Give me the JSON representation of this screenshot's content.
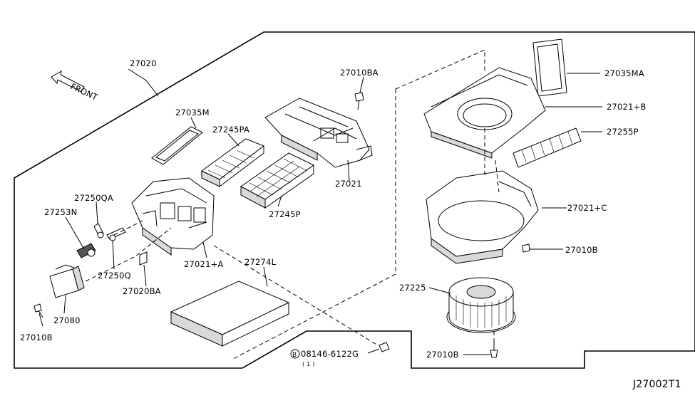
{
  "diagram_code": "J27002T1",
  "direction_label": "FRONT",
  "bolt_note_symbol": "B",
  "bolt_note_qty": "( 1 )",
  "labels": {
    "p27020": "27020",
    "p27010BA": "27010BA",
    "p27035MA": "27035MA",
    "p27021B": "27021+B",
    "p27255P": "27255P",
    "p27035M": "27035M",
    "p27245PA": "27245PA",
    "p27021": "27021",
    "p27245P": "27245P",
    "p27250QA": "27250QA",
    "p27253N": "27253N",
    "p27021C": "27021+C",
    "p27010B_mid": "27010B",
    "p27250Q": "27250Q",
    "p27021A": "27021+A",
    "p27274L": "27274L",
    "p27020BA": "27020BA",
    "p27225": "27225",
    "p27080": "27080",
    "p27010B_left": "27010B",
    "p08146": "08146-6122G",
    "p27010B_bot": "27010B"
  }
}
